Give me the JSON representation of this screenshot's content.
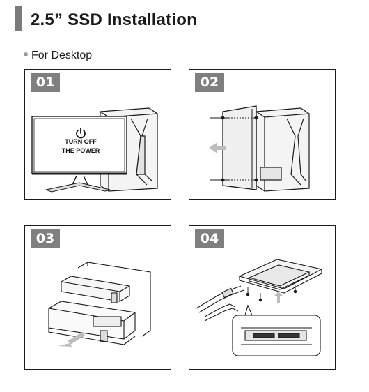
{
  "page": {
    "title": "2.5” SSD Installation",
    "subtitle": "For Desktop"
  },
  "steps": [
    {
      "number": "01",
      "screen_line1": "TURN OFF",
      "screen_line2": "THE POWER"
    },
    {
      "number": "02"
    },
    {
      "number": "03"
    },
    {
      "number": "04"
    }
  ],
  "colors": {
    "badge": "#7f7f7f",
    "title_bar": "#7a7a7a",
    "line": "#1a1a1a"
  }
}
